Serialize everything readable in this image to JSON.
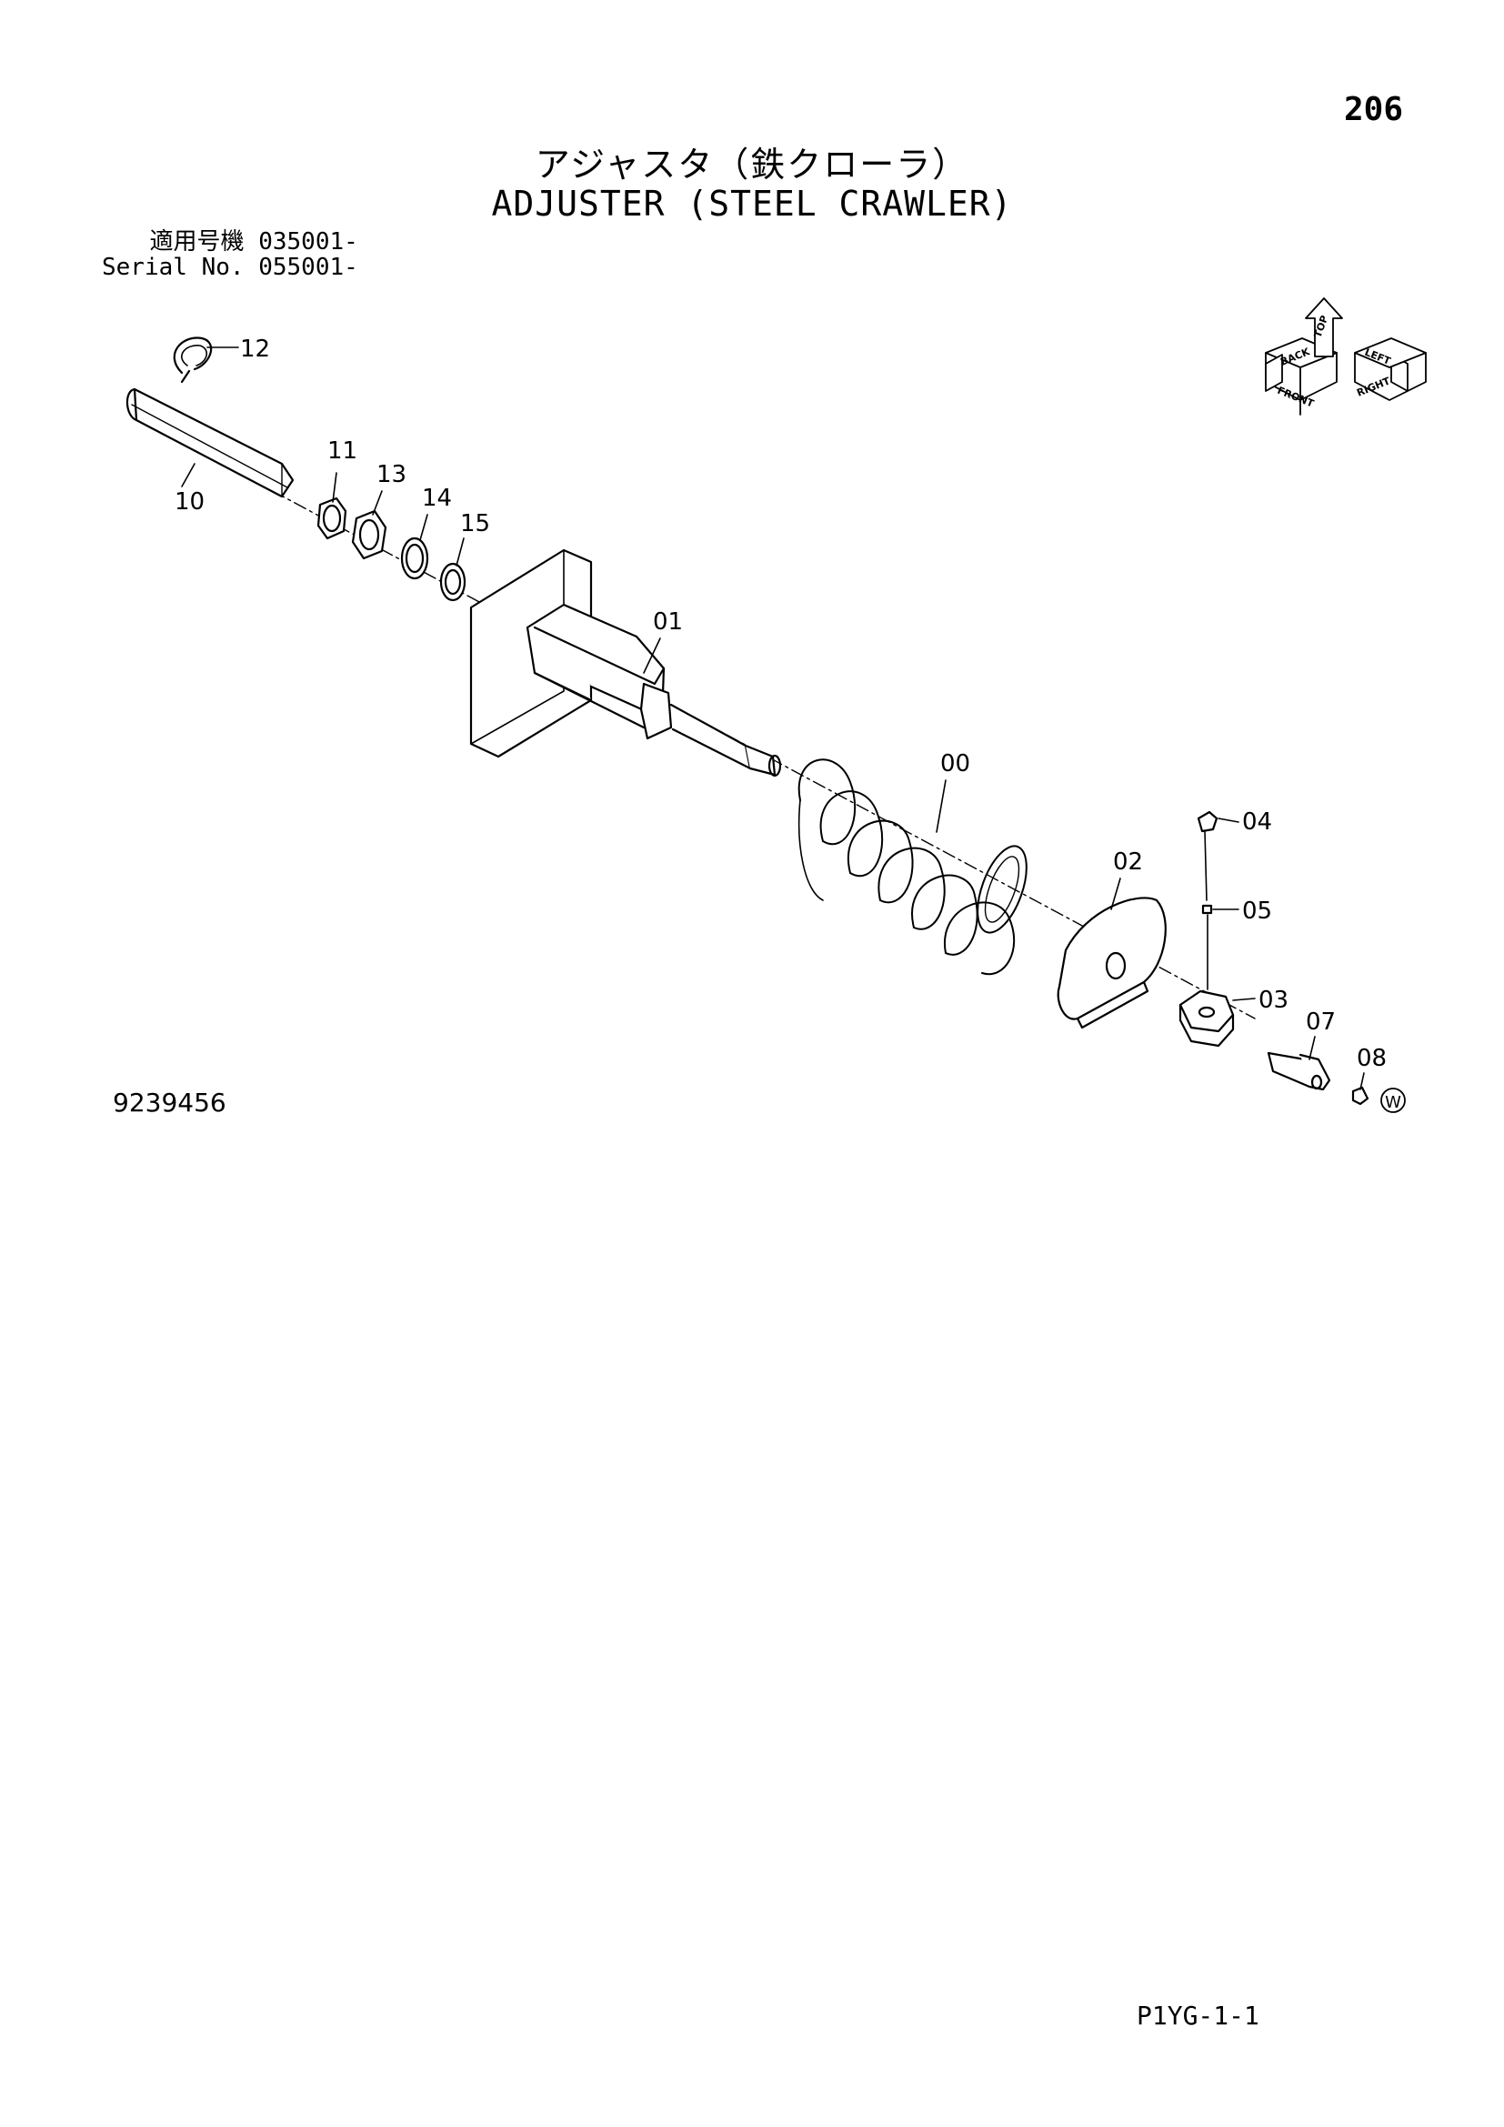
{
  "header": {
    "page_number": "206",
    "title_jp": "アジャスタ（鉄クローラ）",
    "title_en": "ADJUSTER (STEEL CRAWLER)",
    "serial_label_jp": "適用号機",
    "serial_value_jp": "035001-",
    "serial_label_en": "Serial No.",
    "serial_value_en": "055001-"
  },
  "orientation_icon": {
    "labels": [
      "BACK",
      "TOP",
      "LEFT",
      "FRONT",
      "RIGHT"
    ]
  },
  "callouts": [
    {
      "id": "12",
      "label": "12"
    },
    {
      "id": "10",
      "label": "10"
    },
    {
      "id": "11",
      "label": "11"
    },
    {
      "id": "13",
      "label": "13"
    },
    {
      "id": "14",
      "label": "14"
    },
    {
      "id": "15",
      "label": "15"
    },
    {
      "id": "01",
      "label": "01"
    },
    {
      "id": "00",
      "label": "00"
    },
    {
      "id": "02",
      "label": "02"
    },
    {
      "id": "04",
      "label": "04"
    },
    {
      "id": "05",
      "label": "05"
    },
    {
      "id": "03",
      "label": "03"
    },
    {
      "id": "07",
      "label": "07"
    },
    {
      "id": "08",
      "label": "08"
    }
  ],
  "marks": {
    "w_symbol": "W"
  },
  "footer": {
    "figure_id": "9239456",
    "sheet_code": "P1YG-1-1"
  }
}
